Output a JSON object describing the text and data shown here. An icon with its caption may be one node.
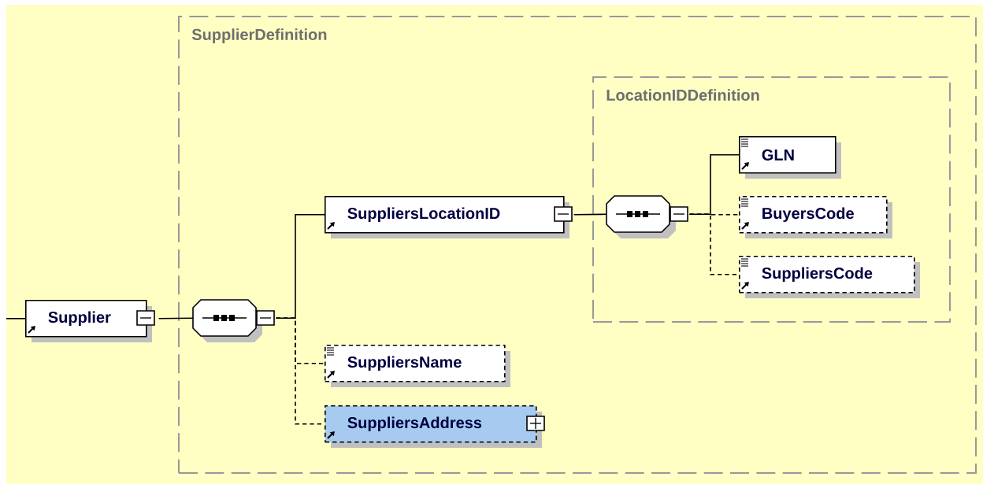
{
  "diagram": {
    "nodes": [
      {
        "text": [
          "SupplierDefinition"
        ]
      },
      {
        "text": [
          "LocationIDDefinition"
        ],
        "in": 0
      },
      {
        "text": [
          "Supplier"
        ]
      },
      {
        "text": [],
        "shape": "octagon",
        "in": 0
      },
      {
        "text": [
          "SuppliersLocationID"
        ],
        "in": 0
      },
      {
        "text": [],
        "shape": "octagon",
        "in": 1
      },
      {
        "text": [
          "GLN"
        ],
        "in": 1
      },
      {
        "text": [
          "BuyersCode"
        ],
        "in": 1
      },
      {
        "text": [
          "SuppliersCode"
        ],
        "in": 1
      },
      {
        "text": [
          "SuppliersName"
        ],
        "in": 0
      },
      {
        "text": [
          "SuppliersAddress"
        ],
        "in": 0
      }
    ],
    "edges": [
      {
        "from": null,
        "to": 2,
        "arrow": "none"
      },
      {
        "from": 2,
        "to": 3,
        "arrow": "none"
      },
      {
        "from": 3,
        "to": 4,
        "arrow": "none"
      },
      {
        "from": 4,
        "to": 5,
        "arrow": "none"
      },
      {
        "from": 5,
        "to": 6,
        "arrow": "none"
      },
      {
        "from": 5,
        "to": 7,
        "arrow": "none",
        "style": "dashed"
      },
      {
        "from": 5,
        "to": 8,
        "arrow": "none",
        "style": "dashed"
      },
      {
        "from": 3,
        "to": 9,
        "arrow": "none",
        "style": "dashed"
      },
      {
        "from": 3,
        "to": 10,
        "arrow": "none",
        "style": "dashed"
      }
    ]
  }
}
